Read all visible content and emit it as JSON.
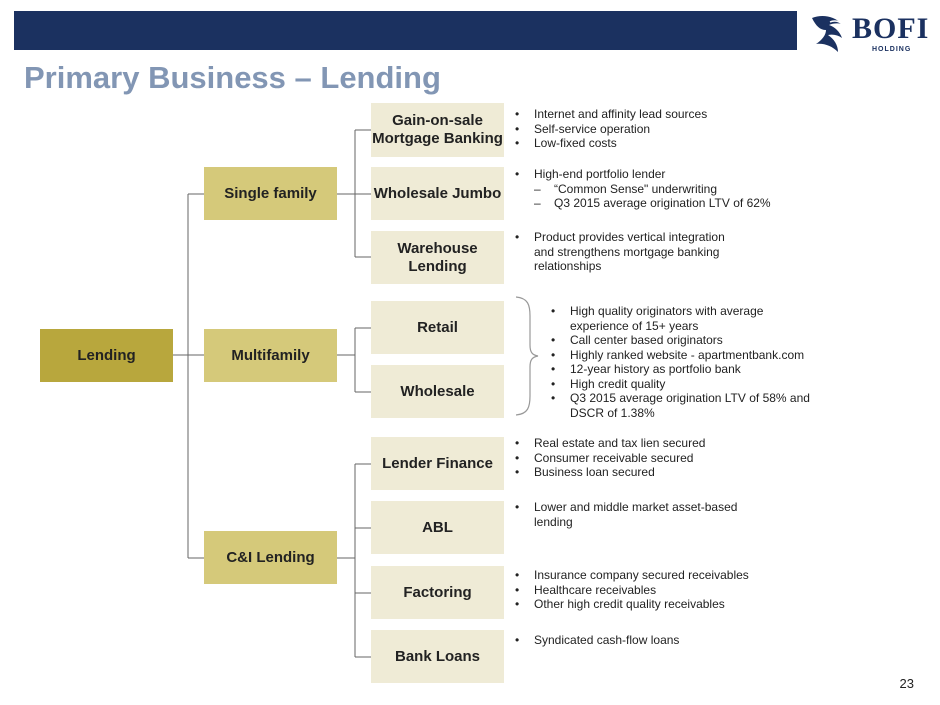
{
  "header": {
    "title": "Primary Business – Lending",
    "logo_name": "BOFI",
    "logo_sub": "HOLDING",
    "page_number": "23"
  },
  "colors": {
    "bar": "#1b3160",
    "title": "#8296b4",
    "root": "#b8a73d",
    "mid": "#d5c97a",
    "leaf": "#efebd6"
  },
  "tree": {
    "root": "Lending",
    "single_family": "Single family",
    "multifamily": "Multifamily",
    "ci_lending": "C&I Lending",
    "gain_on_sale": "Gain-on-sale Mortgage Banking",
    "wholesale_jumbo": "Wholesale Jumbo",
    "warehouse": "Warehouse Lending",
    "retail": "Retail",
    "wholesale": "Wholesale",
    "lender_finance": "Lender Finance",
    "abl": "ABL",
    "factoring": "Factoring",
    "bank_loans": "Bank Loans"
  },
  "descriptions": {
    "gain_on_sale": [
      "Internet and affinity lead sources",
      "Self-service operation",
      "Low-fixed costs"
    ],
    "wholesale_jumbo": {
      "main": "High-end portfolio lender",
      "subs": [
        "“Common Sense\" underwriting",
        "Q3 2015 average origination LTV of 62%"
      ]
    },
    "warehouse": [
      "Product provides vertical integration",
      "and strengthens mortgage banking",
      "relationships"
    ],
    "multifamily": [
      "High quality originators with average",
      "experience of 15+ years",
      "Call center based originators",
      "Highly ranked website - apartmentbank.com",
      "12-year history as portfolio bank",
      "High credit quality",
      "Q3 2015 average origination LTV of 58% and",
      "DSCR of 1.38%"
    ],
    "lender_finance": [
      "Real estate and tax lien secured",
      "Consumer receivable secured",
      "Business loan secured"
    ],
    "abl": [
      "Lower and middle market asset-based",
      "lending"
    ],
    "factoring": [
      "Insurance company secured receivables",
      "Healthcare receivables",
      "Other high credit quality receivables"
    ],
    "bank_loans": [
      "Syndicated cash-flow loans"
    ]
  }
}
